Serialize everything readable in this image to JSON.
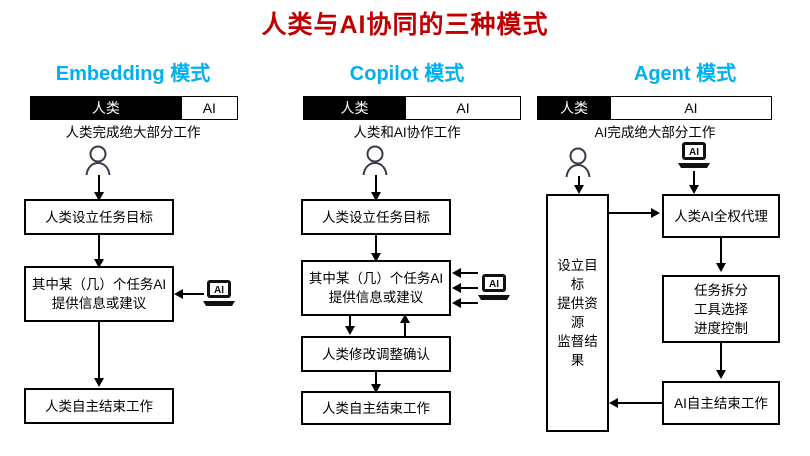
{
  "title": "人类与AI协同的三种模式",
  "legend": {
    "human_label": "人类",
    "ai_label": "AI"
  },
  "colors": {
    "title": "#c00000",
    "heading": "#00b0f0",
    "human_segment": "#000000",
    "ai_segment": "#ffffff",
    "line": "#000000"
  },
  "columns": [
    {
      "id": "embedding",
      "heading": "Embedding 模式",
      "bar": {
        "human_label": "人类",
        "ai_label": "AI",
        "human_percent": 73,
        "ai_percent": 27
      },
      "caption": "人类完成绝大部分工作",
      "actor_icon": "person-icon",
      "ai_icon": "ai-laptop-icon",
      "steps": [
        {
          "text": "人类设立任务目标"
        },
        {
          "text": "其中某（几）个任务AI提供信息或建议"
        },
        {
          "text": "人类自主结束工作"
        }
      ]
    },
    {
      "id": "copilot",
      "heading": "Copilot 模式",
      "bar": {
        "human_label": "人类",
        "ai_label": "AI",
        "human_percent": 47,
        "ai_percent": 53
      },
      "caption": "人类和AI协作工作",
      "actor_icon": "person-icon",
      "ai_icon": "ai-laptop-icon",
      "steps": [
        {
          "text": "人类设立任务目标"
        },
        {
          "text": "其中某（几）个任务AI提供信息或建议"
        },
        {
          "text": "人类修改调整确认"
        },
        {
          "text": "人类自主结束工作"
        }
      ]
    },
    {
      "id": "agent",
      "heading": "Agent 模式",
      "bar": {
        "human_label": "人类",
        "ai_label": "AI",
        "human_percent": 31,
        "ai_percent": 69
      },
      "caption": "AI完成绝大部分工作",
      "actor_icon": "person-icon",
      "ai_icon": "ai-laptop-icon",
      "human_panel": "设立目标\n提供资源\n监督结果",
      "human_panel_lines": [
        "设立目标",
        "提供资源",
        "监督结果"
      ],
      "steps": [
        {
          "text": "人类AI全权代理"
        },
        {
          "lines": [
            "任务拆分",
            "工具选择",
            "进度控制"
          ]
        },
        {
          "text": "AI自主结束工作"
        }
      ]
    }
  ],
  "col3_panel_line1": "设立目标",
  "col3_panel_line2": "提供资源",
  "col3_panel_line3": "监督结果",
  "col3_step2_line1": "任务拆分",
  "col3_step2_line2": "工具选择",
  "col3_step2_line3": "进度控制",
  "ai_icon_text": "AI"
}
